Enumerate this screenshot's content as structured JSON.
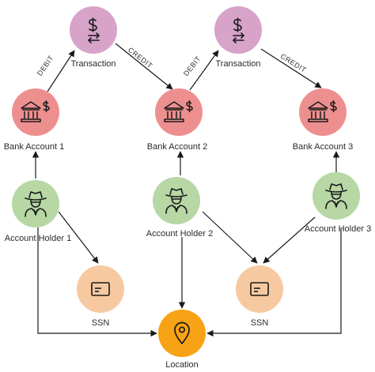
{
  "colors": {
    "transaction": "#d7a3c9",
    "bank": "#ee8f8f",
    "holder": "#b7d7a5",
    "ssn": "#f6c9a0",
    "location": "#f8a215",
    "edge": "#1a1a1a"
  },
  "nodes": {
    "transaction_1": {
      "label": "Transaction",
      "icon": "dollar-exchange-icon"
    },
    "transaction_2": {
      "label": "Transaction",
      "icon": "dollar-exchange-icon"
    },
    "bank_1": {
      "label": "Bank Account 1",
      "icon": "bank-dollar-icon"
    },
    "bank_2": {
      "label": "Bank Account 2",
      "icon": "bank-dollar-icon"
    },
    "bank_3": {
      "label": "Bank Account 3",
      "icon": "bank-dollar-icon"
    },
    "holder_1": {
      "label": "Account Holder 1",
      "icon": "person-hat-icon"
    },
    "holder_2": {
      "label": "Account Holder 2",
      "icon": "person-hat-icon"
    },
    "holder_3": {
      "label": "Account Holder 3",
      "icon": "person-hat-icon"
    },
    "ssn_1": {
      "label": "SSN",
      "icon": "id-card-icon"
    },
    "ssn_2": {
      "label": "SSN",
      "icon": "id-card-icon"
    },
    "location": {
      "label": "Location",
      "icon": "map-pin-icon"
    }
  },
  "edges": {
    "debit_1": "DEBIT",
    "credit_1": "CREDIT",
    "debit_2": "DEBIT",
    "credit_2": "CREDIT"
  }
}
